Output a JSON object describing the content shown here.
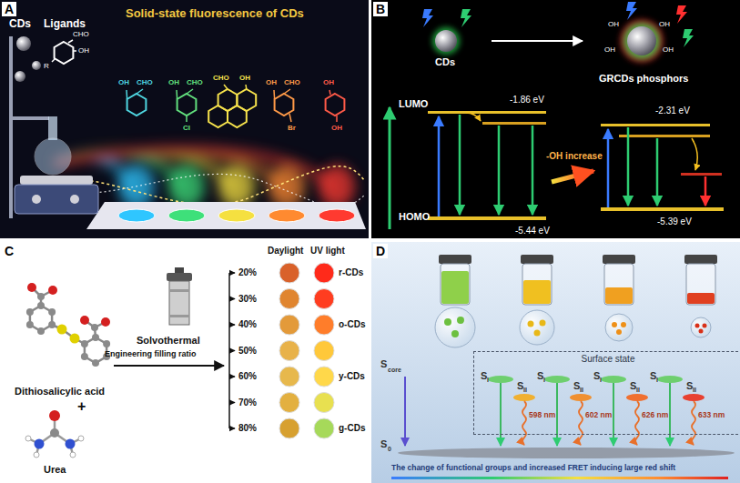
{
  "diagram": {
    "nodes": [
      {
        "text": [
          "A"
        ]
      },
      {
        "text": [
          "B"
        ]
      },
      {
        "text": [
          "C"
        ]
      },
      {
        "text": [
          "D"
        ]
      },
      {
        "text": [
          "Surface state"
        ],
        "in": 3
      }
    ],
    "labels": [
      "CDs",
      "Ligands",
      "CHO",
      "OH",
      "R",
      "Solid-state fluorescence of CDs",
      "OH",
      "CHO",
      "OH",
      "CHO",
      "Cl",
      "CHO",
      "OH",
      "OH",
      "CHO",
      "Br",
      "OH",
      "OH",
      "CDs",
      "GRCDs phosphors",
      "LUMO",
      "HOMO",
      "-1.86 eV",
      "-5.44 eV",
      "-OH increase",
      "-2.31 eV",
      "-5.39 eV",
      "OH",
      "OH",
      "OH",
      "OH",
      "Dithiosalicylic acid",
      "+",
      "Urea",
      "Solvothermal",
      "Engineering filling ratio",
      "Daylight",
      "UV light",
      "20%",
      "30%",
      "40%",
      "50%",
      "60%",
      "70%",
      "80%",
      "r-CDs",
      "o-CDs",
      "y-CDs",
      "g-CDs",
      "S",
      "core",
      "S",
      "I",
      "S",
      "II",
      "S",
      "I",
      "S",
      "II",
      "S",
      "I",
      "S",
      "II",
      "S",
      "I",
      "S",
      "II",
      "598 nm",
      "602 nm",
      "626 nm",
      "633 nm",
      "S",
      "0",
      "The change of functional groups and increased FRET inducing large red shift"
    ]
  }
}
